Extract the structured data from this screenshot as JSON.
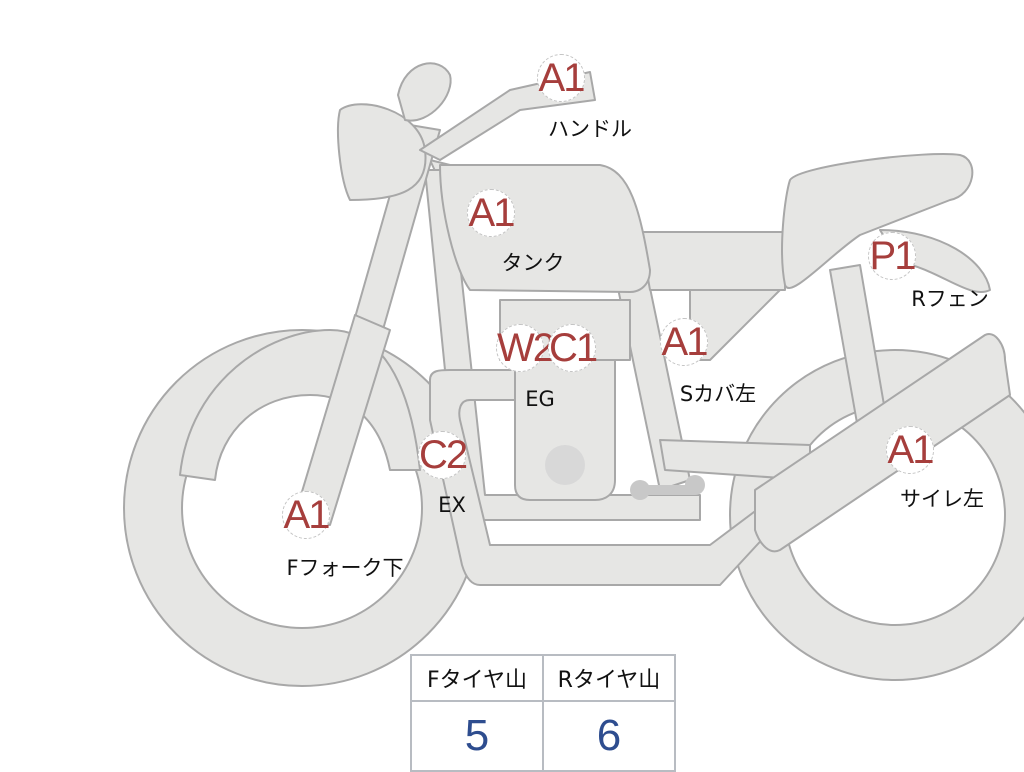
{
  "parts": [
    {
      "id": "handle",
      "grade": "A1",
      "label": "ハンドル"
    },
    {
      "id": "tank",
      "grade": "A1",
      "label": "タンク"
    },
    {
      "id": "rear-fender",
      "grade": "P1",
      "label": "Rフェン"
    },
    {
      "id": "engine-w",
      "grade": "W2",
      "label": "EG"
    },
    {
      "id": "engine-c",
      "grade": "C1"
    },
    {
      "id": "side-cover-left",
      "grade": "A1",
      "label": "Sカバ左"
    },
    {
      "id": "exhaust",
      "grade": "C2",
      "label": "EX"
    },
    {
      "id": "front-fork-lower",
      "grade": "A1",
      "label": "Fフォーク下"
    },
    {
      "id": "silencer-left",
      "grade": "A1",
      "label": "サイレ左"
    }
  ],
  "tires": {
    "front_label": "Fタイヤ山",
    "front_value": "5",
    "rear_label": "Rタイヤ山",
    "rear_value": "6"
  },
  "colors": {
    "grade": "#a63e3c",
    "value": "#2e4d8f",
    "body": "#e6e6e4",
    "outline": "#a8a8a8"
  }
}
